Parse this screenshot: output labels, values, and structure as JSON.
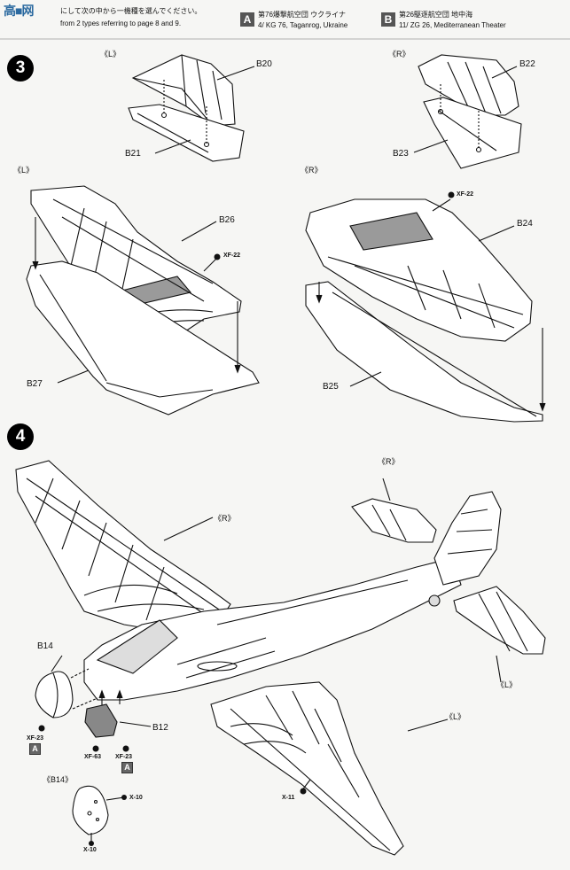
{
  "header": {
    "logo_text": "高■网",
    "intro_jp": "にして次の中から一機種を選んでください。",
    "intro_en": "from 2 types referring to page 8 and 9.",
    "option_a": {
      "badge": "A",
      "line1": "第76爆撃航空団 ウクライナ",
      "line2": "4/ KG 76, Taganrog, Ukraine"
    },
    "option_b": {
      "badge": "B",
      "line1": "第26駆逐航空団 地中海",
      "line2": "11/ ZG 26, Mediterranean Theater"
    }
  },
  "step3": {
    "number": "3",
    "left_marker": "《L》",
    "right_marker": "《R》",
    "parts": {
      "b20": "B20",
      "b21": "B21",
      "b22": "B22",
      "b23": "B23",
      "b24": "B24",
      "b25": "B25",
      "b26": "B26",
      "b27": "B27"
    },
    "paint_left": "XF-22",
    "paint_right": "XF-22"
  },
  "step4": {
    "number": "4",
    "right_marker": "《R》",
    "right_tail_marker": "《R》",
    "left_marker": "《L》",
    "left_tail_marker": "《L》",
    "parts": {
      "b14": "B14",
      "b12": "B12"
    },
    "paint_nose": "XF-23",
    "paint_nose_badge": "A",
    "paint_f63": "XF-63",
    "paint_f23": "XF-23",
    "paint_f23_badge": "A",
    "paint_wing": "X-11",
    "detail_marker": "《B14》",
    "detail_x10a": "X-10",
    "detail_x10b": "X-10"
  }
}
